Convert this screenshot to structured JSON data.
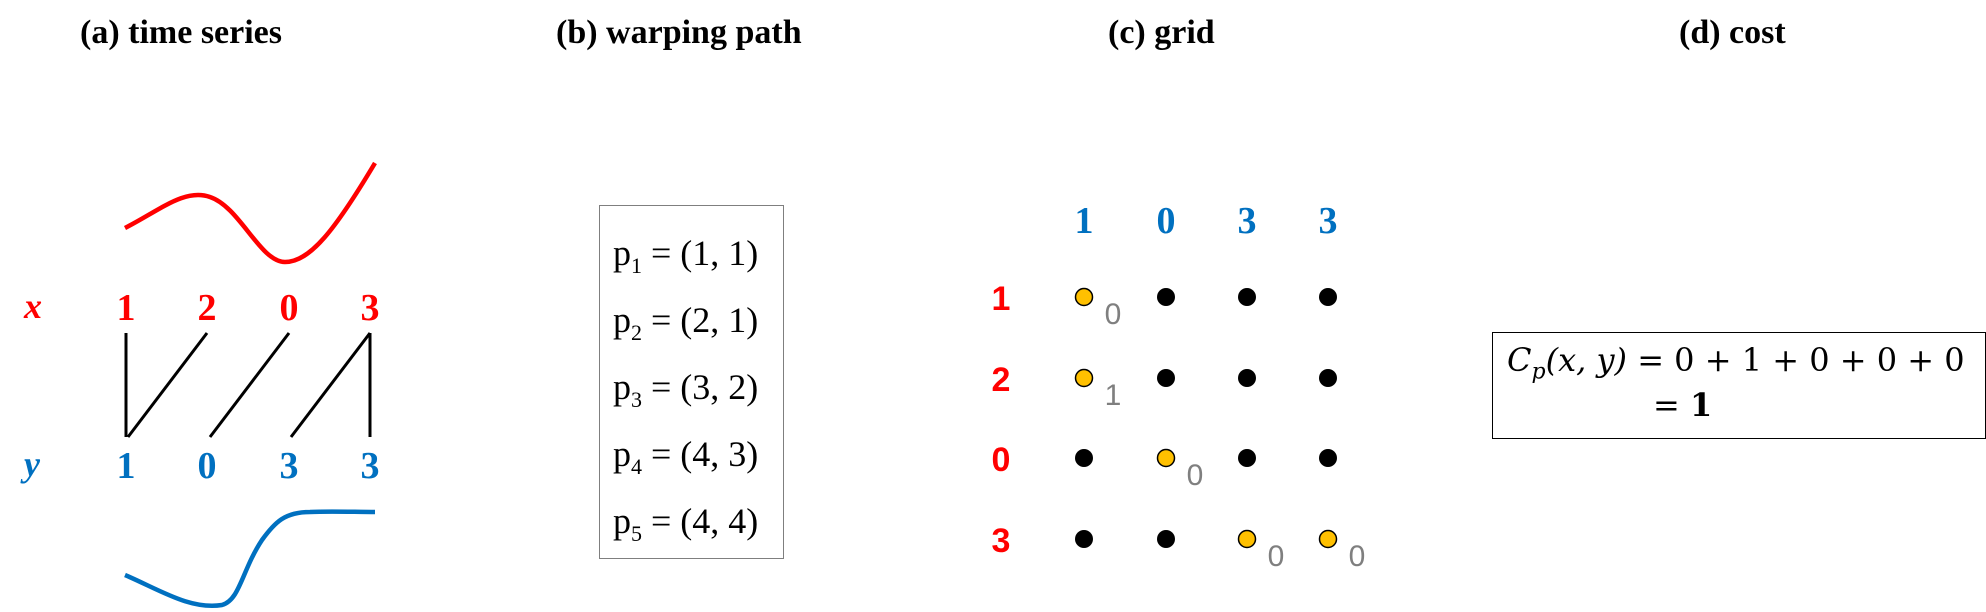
{
  "titles": {
    "a": "(a) time series",
    "b": "(b) warping path",
    "c": "(c) grid",
    "d": "(d) cost"
  },
  "series": {
    "x": {
      "label": "x",
      "values": [
        "1",
        "2",
        "0",
        "3"
      ],
      "color": "#ff0000"
    },
    "y": {
      "label": "y",
      "values": [
        "1",
        "0",
        "3",
        "3"
      ],
      "color": "#0070c0"
    }
  },
  "warping_path": [
    {
      "p": "p",
      "sub": "1",
      "text": " = (1, 1)"
    },
    {
      "p": "p",
      "sub": "2",
      "text": " = (2, 1)"
    },
    {
      "p": "p",
      "sub": "3",
      "text": " = (3, 2)"
    },
    {
      "p": "p",
      "sub": "4",
      "text": " = (4, 3)"
    },
    {
      "p": "p",
      "sub": "5",
      "text": " = (4, 4)"
    }
  ],
  "grid": {
    "col_labels": [
      "1",
      "0",
      "3",
      "3"
    ],
    "row_labels": [
      "1",
      "2",
      "0",
      "3"
    ],
    "path_cells": [
      {
        "row": 0,
        "col": 0,
        "cost": "0"
      },
      {
        "row": 1,
        "col": 0,
        "cost": "1"
      },
      {
        "row": 2,
        "col": 1,
        "cost": "0"
      },
      {
        "row": 3,
        "col": 2,
        "cost": "0"
      },
      {
        "row": 3,
        "col": 3,
        "cost": "0"
      }
    ],
    "path_color": "#ffc000",
    "dot_color": "#000000",
    "cost_color": "#7f7f7f"
  },
  "cost": {
    "C": "C",
    "sub": "p",
    "args": "(x, y)",
    "sum": " = 0 + 1 + 0 + 0 + 0",
    "eq": "= ",
    "result": "1"
  }
}
